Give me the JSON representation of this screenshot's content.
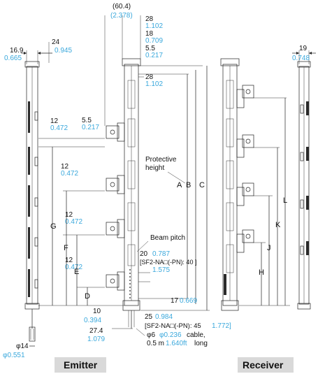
{
  "captions": {
    "emitter": "Emitter",
    "receiver": "Receiver"
  },
  "dims": {
    "d16_9": "16.9",
    "d0_665": "0.665",
    "d24": "24",
    "d0_945": "0.945",
    "d60_4": "(60.4)",
    "d2_378": "(2.378)",
    "d28a": "28",
    "d1_102a": "1.102",
    "d18": "18",
    "d0_709": "0.709",
    "d5_5a": "5.5",
    "d0_217a": "0.217",
    "d28b": "28",
    "d1_102b": "1.102",
    "d19": "19",
    "d0_748": "0.748",
    "d12a": "12",
    "d0_472a": "0.472",
    "d5_5b": "5.5",
    "d0_217b": "0.217",
    "d12b": "12",
    "d0_472b": "0.472",
    "d12c": "12",
    "d0_472c": "0.472",
    "d12d": "12",
    "d0_472d": "0.472",
    "d10": "10",
    "d0_394": "0.394",
    "d27_4": "27.4",
    "d1_079": "1.079",
    "d14": "φ14",
    "d0_551": "φ0.551",
    "d20": "20",
    "d0_787": "0.787",
    "sf2a": "[SF2-NA□(-PN): 40 ]",
    "d1_575": "1.575",
    "d17": "17",
    "d0_669": "0.669",
    "d25": "25",
    "d0_984": "0.984",
    "sf2b": "[SF2-NA□(-PN): 45",
    "d1_772": "1.772]",
    "cable1": "φ6",
    "cable2": "φ0.236",
    "cable3": "cable,",
    "cable4": "0.5 m",
    "cable5": "1.640ft",
    "cable6": "long"
  },
  "labels": {
    "protective1": "Protective",
    "protective2": "height",
    "beam": "Beam pitch",
    "A": "A",
    "B": "B",
    "C": "C",
    "D": "D",
    "E": "E",
    "F": "F",
    "G": "G",
    "H": "H",
    "J": "J",
    "K": "K",
    "L": "L"
  }
}
